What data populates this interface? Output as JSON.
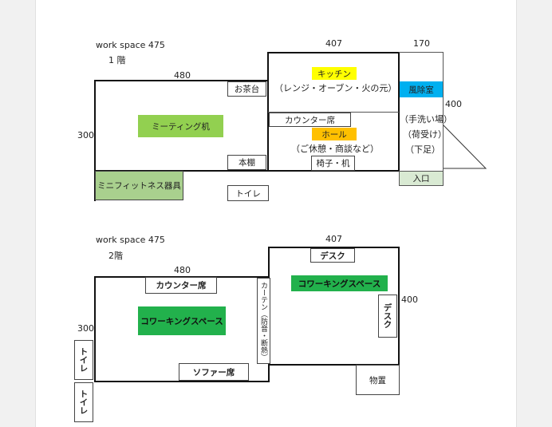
{
  "floor1": {
    "heading": "work space 475",
    "floor_label": "1 階",
    "dimensions": {
      "main_width": "480",
      "kitchen_width": "407",
      "right_width": "170",
      "main_height": "300",
      "right_height": "400"
    },
    "rooms": {
      "ochadai": "お茶台",
      "meeting_desk": "ミーティング机",
      "hondana": "本棚",
      "mini_fitness": "ミニフィットネス器具",
      "toilet": "トイレ",
      "kitchen": "キッチン",
      "kitchen_note": "（レンジ・オーブン・火の元）",
      "counter_seat": "カウンター席",
      "hall": "ホール",
      "hall_note": "（ご休憩・商談など）",
      "chair_desk": "椅子・机",
      "windbreak_room": "風除室",
      "handwash": "（手洗い場）",
      "parcel": "（荷受け）",
      "shoes": "（下足）",
      "entrance": "入口"
    }
  },
  "floor2": {
    "heading": "work space 475",
    "floor_label": "2階",
    "dimensions": {
      "main_width": "480",
      "right_width": "407",
      "main_height": "300",
      "right_height": "400"
    },
    "rooms": {
      "counter_seat": "カウンター席",
      "coworking_left": "コワーキングスペース",
      "coworking_right": "コワーキングスペース",
      "curtain": "カーテン（防音・断熱）",
      "sofa_seat": "ソファー席",
      "desk_top": "デスク",
      "desk_side": "デスク",
      "storage": "物置",
      "toilet_a": "トイレ",
      "toilet_b": "トイレ"
    }
  },
  "colors": {
    "kitchen": "#ffff00",
    "hall": "#ffc000",
    "windbreak": "#00b0f0",
    "meeting": "#92d050",
    "fitness": "#a9d08e",
    "entrance": "#d9ead3",
    "coworking": "#22b14c"
  }
}
